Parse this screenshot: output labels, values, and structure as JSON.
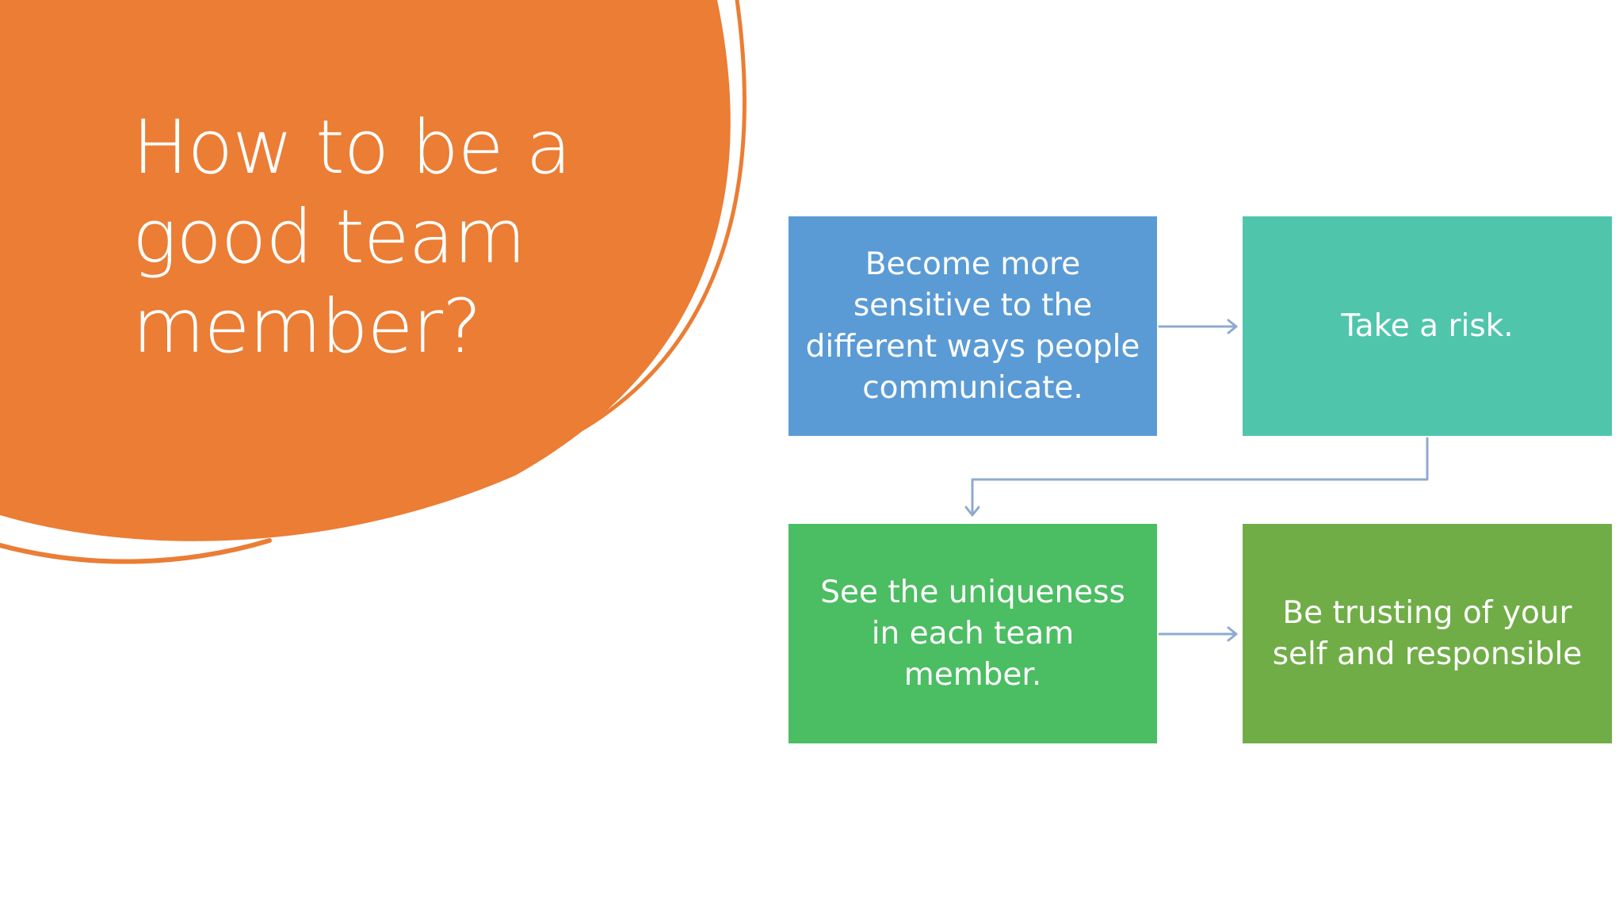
{
  "slide": {
    "title": "How to be a good team member?"
  },
  "colors": {
    "accent": "#EB7D34",
    "box_blue": "#5A9BD5",
    "box_teal": "#4FC5AC",
    "box_green": "#4BBD62",
    "box_olive": "#70AD47",
    "connector": "#8FAACF"
  },
  "flow": {
    "steps": [
      {
        "label": "Become more sensitive to the different ways people communicate.",
        "color": "#5A9BD5"
      },
      {
        "label": "Take a risk.",
        "color": "#4FC5AC"
      },
      {
        "label": "See the uniqueness in each team member.",
        "color": "#4BBD62"
      },
      {
        "label": "Be trusting of your self and responsible",
        "color": "#70AD47"
      }
    ]
  }
}
